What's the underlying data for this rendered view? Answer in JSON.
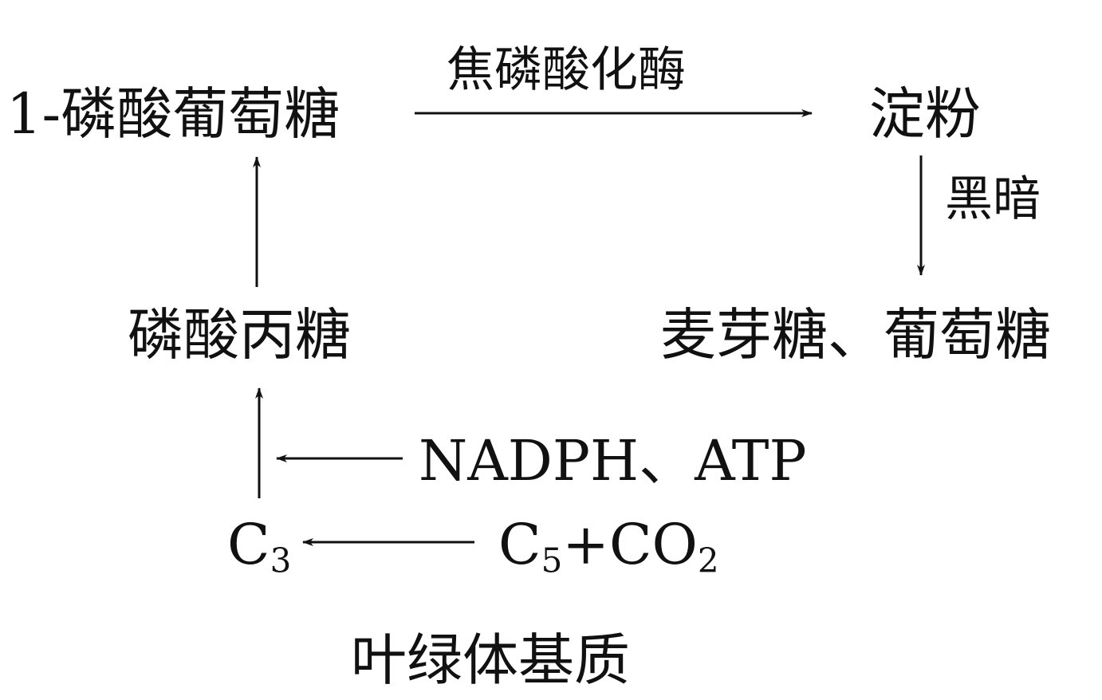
{
  "nodes": {
    "g1p": "1-磷酸葡萄糖",
    "enzyme": "焦磷酸化酶",
    "starch": "淀粉",
    "dark": "黑暗",
    "triose_p": "磷酸丙糖",
    "sugars": "麦芽糖、葡萄糖",
    "energy": "NADPH、ATP",
    "c3_base": "C",
    "c3_sub": "3",
    "c5_base": "C",
    "c5_sub": "5",
    "plus": "+CO",
    "co2_sub": "2",
    "location": "叶绿体基质"
  }
}
